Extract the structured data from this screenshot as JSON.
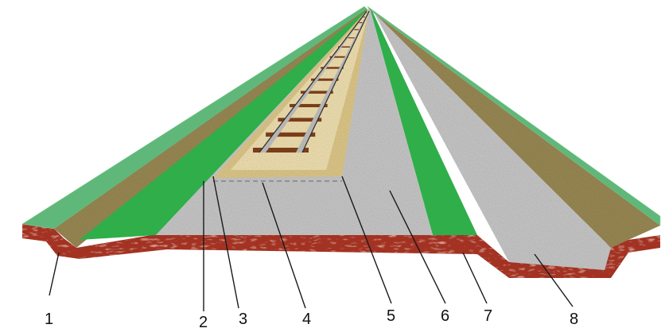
{
  "diagram": {
    "callouts": [
      {
        "label": "1"
      },
      {
        "label": "2"
      },
      {
        "label": "3"
      },
      {
        "label": "4"
      },
      {
        "label": "5"
      },
      {
        "label": "6"
      },
      {
        "label": "7"
      },
      {
        "label": "8"
      }
    ],
    "colors": {
      "grass": "#5fb87a",
      "grass_light": "#8fd49a",
      "green_band": "#2fae4a",
      "gravel_brown": "#9a8a55",
      "gravel_grey": "#c9c9c9",
      "ballast_sand": "#e0c98a",
      "sleeper_brown": "#7a3d18",
      "rail": "#b5b5b5",
      "soil_red": "#a33020",
      "soil_light": "#d97a5a"
    }
  }
}
